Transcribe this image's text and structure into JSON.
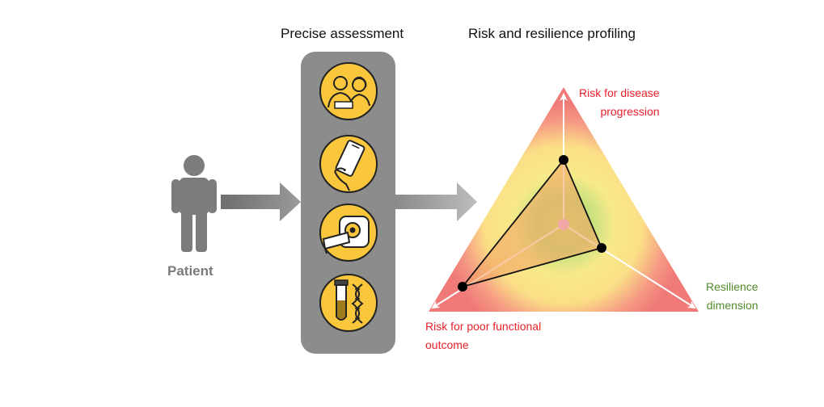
{
  "titles": {
    "assessment": "Precise assessment",
    "profiling": "Risk and resilience profiling"
  },
  "patient": {
    "label": "Patient"
  },
  "assessment_tools": [
    {
      "icon": "clinicians-icon"
    },
    {
      "icon": "smartphone-icon"
    },
    {
      "icon": "mri-scanner-icon"
    },
    {
      "icon": "biosample-dna-icon"
    }
  ],
  "profile": {
    "axes": {
      "disease_progression": {
        "line1": "Risk for disease",
        "line2": "progression"
      },
      "resilience": {
        "line1": "Resilience",
        "line2": "dimension"
      },
      "functional_outcome": {
        "line1": "Risk for poor functional",
        "line2": "outcome"
      }
    }
  },
  "colors": {
    "risk_label": "#e8202a",
    "resilience_label": "#4f8a2b",
    "panel": "#8c8c8c",
    "icon_fill": "#f9c63c",
    "figure": "#7c7c7c"
  }
}
